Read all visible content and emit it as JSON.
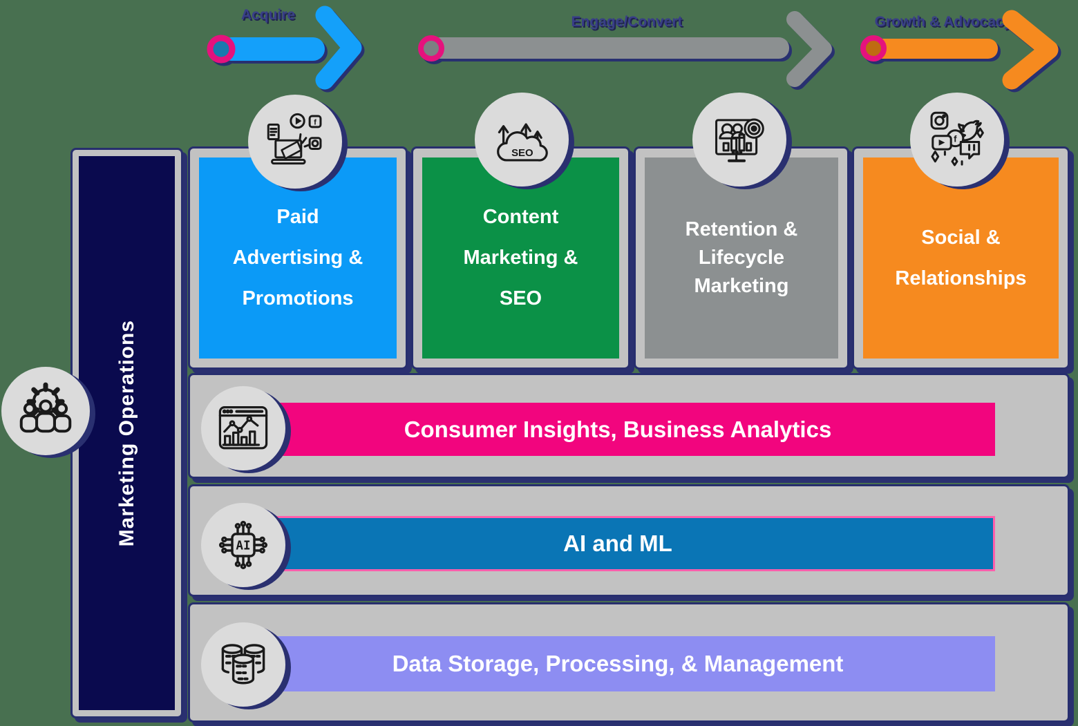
{
  "colors": {
    "background": "#487050",
    "frame_gray": "#C2C2C2",
    "border_navy": "#272E6E",
    "shadow_navy": "#2A3070",
    "icon_circle_gray": "#DBDBDB",
    "funnel_label_navy": "#383D88",
    "sidebar_navy": "#0A0A4E"
  },
  "funnel_stages": [
    {
      "label": "Acquire",
      "arrow_color": "#14A0FA",
      "ring_color": "#E5127D",
      "dot_color": "#1979AE"
    },
    {
      "label": "Engage/Convert",
      "arrow_color": "#8C9091",
      "ring_color": "#E5127D",
      "dot_color": "#7C8082"
    },
    {
      "label": "Growth & Advocacy",
      "arrow_color": "#F68A1F",
      "ring_color": "#E5127D",
      "dot_color": "#BF6B12"
    }
  ],
  "sidebar": {
    "label": "Marketing Operations",
    "bg_color": "#0A0A4E",
    "icon": "team-gear-icon"
  },
  "channel_boxes": [
    {
      "label": "Paid\nAdvertising &\nPromotions",
      "color": "#0B9AF7",
      "icon": "digital-advertising-icon"
    },
    {
      "label": "Content\nMarketing &\nSEO",
      "color": "#0B9147",
      "icon": "seo-cloud-icon",
      "icon_text": "SEO"
    },
    {
      "label": "Retention &\nLifecycle\nMarketing",
      "color": "#8C9091",
      "icon": "audience-target-icon"
    },
    {
      "label": "Social &\nRelationships",
      "color": "#F68A1F",
      "icon": "social-media-icon"
    }
  ],
  "platform_rows": [
    {
      "label": "Consumer Insights, Business Analytics",
      "color": "#F2057E",
      "icon": "analytics-dashboard-icon"
    },
    {
      "label": "AI and ML",
      "color": "#0A75B5",
      "border_color": "#FF5FAC",
      "icon": "ai-chip-icon",
      "icon_text": "AI"
    },
    {
      "label": "Data Storage, Processing, & Management",
      "color": "#8D8DF2",
      "icon": "database-icon"
    }
  ]
}
